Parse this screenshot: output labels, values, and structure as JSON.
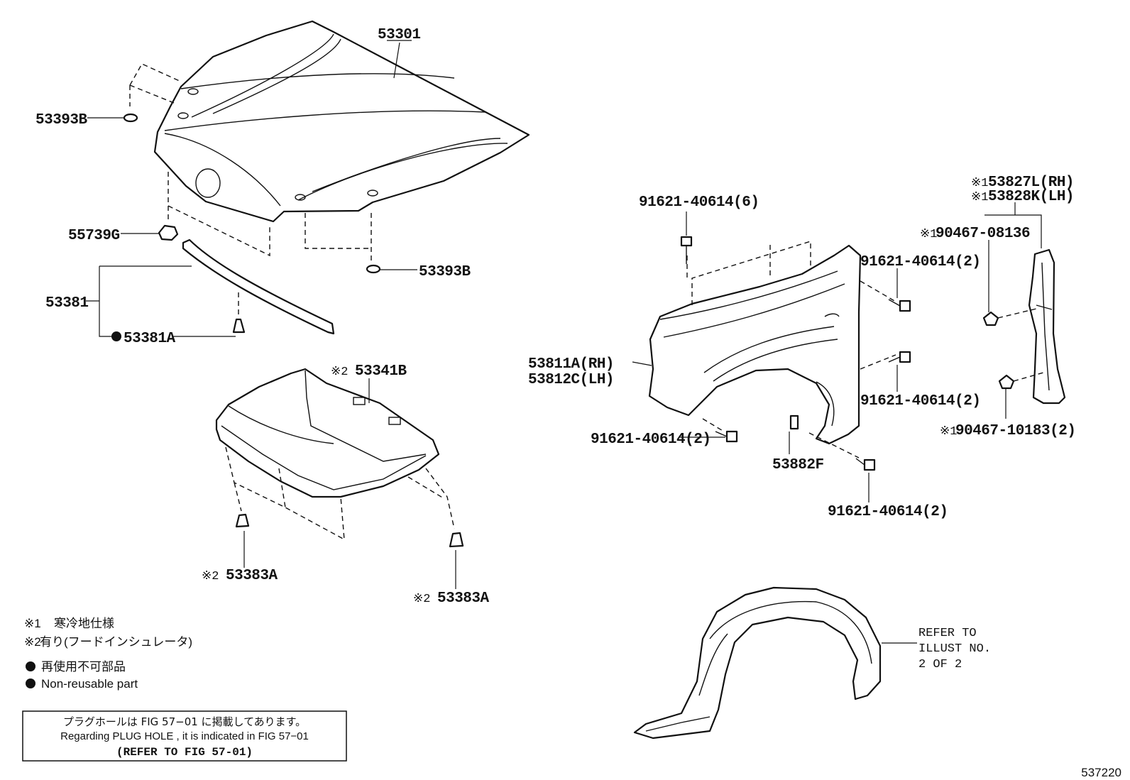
{
  "figure_id": "537220",
  "labels": {
    "hood": "53301",
    "plug_top": "53393B",
    "plug_bottom": "53393B",
    "cushion": "55739G",
    "seal": "53381",
    "seal_clip": "53381A",
    "insulator": "53341B",
    "insulator_mark": "※2",
    "clip_left": "53383A",
    "clip_left_mark": "※2",
    "clip_right": "53383A",
    "clip_right_mark": "※2",
    "fender_rh": "53811A(RH)",
    "fender_lh": "53812C(LH)",
    "bolt_top": "91621-40614(6)",
    "bolt_right1": "91621-40614(2)",
    "bolt_right2": "91621-40614(2)",
    "bolt_left": "91621-40614(2)",
    "bolt_bottom": "91621-40614(2)",
    "pad": "53882F",
    "seal_rh": "53827L(RH)",
    "seal_rh_mark": "※1",
    "seal_lh": "53828K(LH)",
    "seal_lh_mark": "※1",
    "clip_a": "90467-08136",
    "clip_a_mark": "※1",
    "clip_b": "90467-10183(2)",
    "clip_b_mark": "※1"
  },
  "liner_ref": [
    "REFER TO",
    "ILLUST NO.",
    "2 OF 2"
  ],
  "legend": {
    "note1_mark": "※1",
    "note1_text": "寒冷地仕様",
    "note2_mark": "※2",
    "note2_text": "有り(フードインシュレータ)",
    "bullet_ja": "再使用不可部品",
    "bullet_en": "Non-reusable part"
  },
  "note_box": {
    "line1": "プラグホールは FIG 57−01 に掲載してあります。",
    "line2": "Regarding  PLUG  HOLE , it is indicated in FIG  57−01",
    "line3": "(REFER TO FIG 57-01)"
  }
}
